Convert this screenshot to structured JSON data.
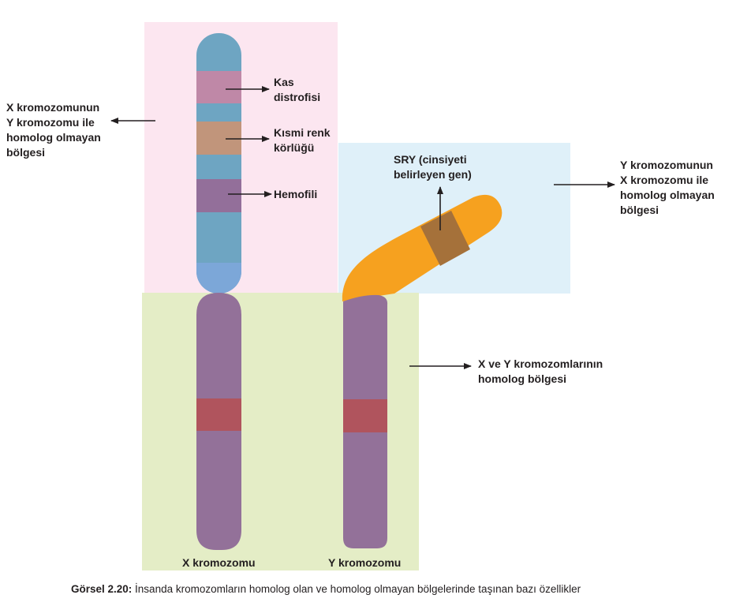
{
  "regions": {
    "x_nonhomologous": {
      "color": "#fce6f0"
    },
    "y_nonhomologous": {
      "color": "#dff0f9"
    },
    "homologous": {
      "color": "#e4edc6"
    }
  },
  "labels": {
    "x_region": [
      "X kromozomunun",
      "Y kromozomu ile",
      "homolog olmayan",
      "bölgesi"
    ],
    "y_region": [
      "Y kromozomunun",
      "X kromozomu ile",
      "homolog olmayan",
      "bölgesi"
    ],
    "homolog_region": [
      "X ve Y kromozomlarının",
      "homolog bölgesi"
    ],
    "sry": [
      "SRY (cinsiyeti",
      "belirleyen gen)"
    ],
    "genes": [
      {
        "lines": [
          "Kas",
          "distrofisi"
        ],
        "color": "#bf88a7"
      },
      {
        "lines": [
          "Kısmi renk",
          "körlüğü"
        ],
        "color": "#c1957b"
      },
      {
        "lines": [
          "Hemofili"
        ],
        "color": "#936f9a"
      }
    ],
    "x_chromosome": "X kromozomu",
    "y_chromosome": "Y kromozomu"
  },
  "colors": {
    "x_band_blue": "#6ea5c2",
    "x_band_light_blue": "#7ca7d8",
    "chromosome_purple": "#937199",
    "homolog_band_red": "#b0545d",
    "y_orange": "#f6a11f",
    "sry_band": "#a5713a",
    "arrow": "#231f20"
  },
  "caption": {
    "prefix": "Görsel 2.20:",
    "text": " İnsanda kromozomların homolog olan ve homolog olmayan bölgelerinde taşınan bazı özellikler"
  }
}
